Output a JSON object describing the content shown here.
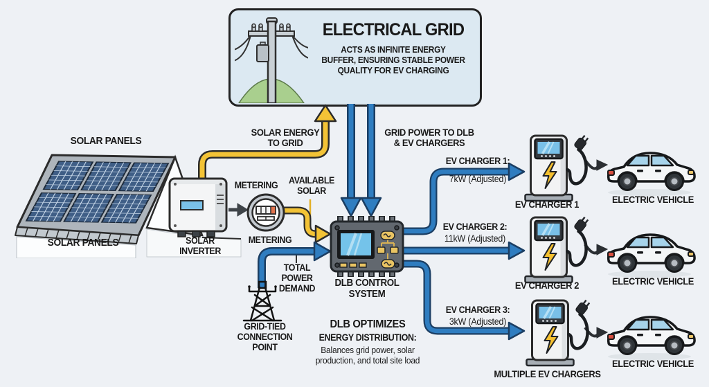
{
  "grid_box": {
    "title": "ELECTRICAL GRID",
    "subtitle_lines": [
      "ACTS AS INFINITE ENERGY",
      "BUFFER, ENSURING STABLE POWER",
      "QUALITY FOR EV CHARGING"
    ]
  },
  "solar": {
    "panels_label_top": "SOLAR PANELS",
    "panels_label_bottom": "SOLAR PANELS",
    "inverter_label": [
      "SOLAR",
      "INVERTER"
    ],
    "metering_label_top": "METERING",
    "metering_label_bottom": "METERING"
  },
  "flows": {
    "solar_energy_to_grid": [
      "SOLAR ENERGY",
      "TO GRID"
    ],
    "grid_power": [
      "GRID POWER TO DLB",
      "& EV CHARGERS"
    ],
    "available_solar": [
      "AVAILABLE",
      "SOLAR"
    ],
    "total_power_demand": [
      "TOTAL",
      "POWER",
      "DEMAND"
    ]
  },
  "dlb": {
    "label": [
      "DLB CONTROL",
      "SYSTEM"
    ],
    "note_title": "DLB OPTIMIZES",
    "note_subtitle": "ENERGY DISTRIBUTION:",
    "note_body": "Balances grid power, solar production, and total site load"
  },
  "grid_tied": {
    "label": [
      "GRID-TIED",
      "CONNECTION",
      "POINT"
    ]
  },
  "chargers": [
    {
      "callout_title": "EV CHARGER 1:",
      "callout_value": "7kW (Adjusted)",
      "label": "EV CHARGER 1"
    },
    {
      "callout_title": "EV CHARGER 2:",
      "callout_value": "11kW (Adjusted)",
      "label": "EV CHARGER 2"
    },
    {
      "callout_title": "EV CHARGER 3:",
      "callout_value": "3kW (Adjusted)",
      "label": "MULTIPLE EV CHARGERS"
    }
  ],
  "vehicles": [
    {
      "label": "ELECTRIC VEHICLE"
    },
    {
      "label": "ELECTRIC VEHICLE"
    },
    {
      "label": "ELECTRIC VEHICLE"
    }
  ],
  "colors": {
    "background": "#eef1f5",
    "grid_box_fill": "#dce9f2",
    "solar_flow_yellow": "#f3c336",
    "grid_flow_blue": "#2f7dc0",
    "outline_dark": "#2b2b2b"
  }
}
